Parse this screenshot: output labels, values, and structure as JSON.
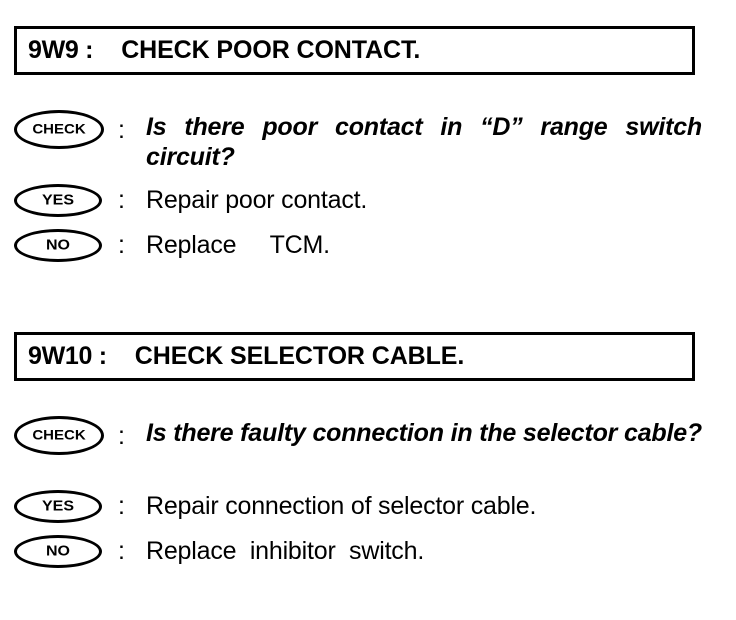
{
  "document": {
    "type": "diagnostic-flowchart",
    "background_color": "#ffffff",
    "ink_color": "#000000"
  },
  "sections": [
    {
      "id": "9W9",
      "header": {
        "code": "9W9 :",
        "title": "CHECK POOR CONTACT."
      },
      "check": {
        "badge": "CHECK",
        "separator": ":",
        "question": "Is there poor contact in “D” range switch circuit?",
        "justified": true
      },
      "outcomes": [
        {
          "badge": "YES",
          "separator": ":",
          "text": "Repair poor contact."
        },
        {
          "badge": "NO",
          "separator": ":",
          "text": "Replace     TCM."
        }
      ]
    },
    {
      "id": "9W10",
      "header": {
        "code": "9W10 :",
        "title": "CHECK SELECTOR CABLE."
      },
      "check": {
        "badge": "CHECK",
        "separator": ":",
        "question": "Is there faulty connection in the selector cable?",
        "justified": true
      },
      "outcomes": [
        {
          "badge": "YES",
          "separator": ":",
          "text": "Repair connection of selector cable."
        },
        {
          "badge": "NO",
          "separator": ":",
          "text": "Replace  inhibitor  switch."
        }
      ]
    }
  ]
}
